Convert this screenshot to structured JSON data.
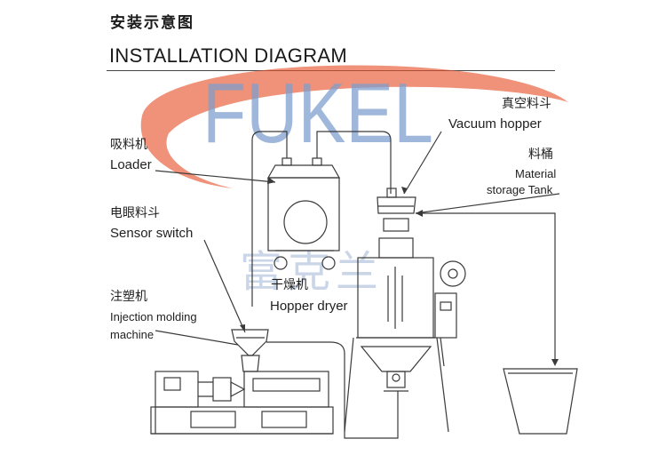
{
  "title_cn": "安装示意图",
  "title_en": "INSTALLATION DIAGRAM",
  "watermark": {
    "brand": "FUKEL",
    "brand_cn": "富克兰",
    "color_blue": "#7f9fce",
    "color_red": "#e7542e"
  },
  "labels": {
    "loader_cn": "吸料机",
    "loader_en": "Loader",
    "sensor_cn": "电眼料斗",
    "sensor_en": "Sensor switch",
    "injection_cn": "注塑机",
    "injection_en_1": "Injection molding",
    "injection_en_2": "machine",
    "dryer_cn": "干燥机",
    "dryer_en": "Hopper dryer",
    "vacuum_cn": "真空料斗",
    "vacuum_en": "Vacuum hopper",
    "tank_cn": "料桶",
    "tank_en_1": "Material",
    "tank_en_2": "storage Tank"
  }
}
